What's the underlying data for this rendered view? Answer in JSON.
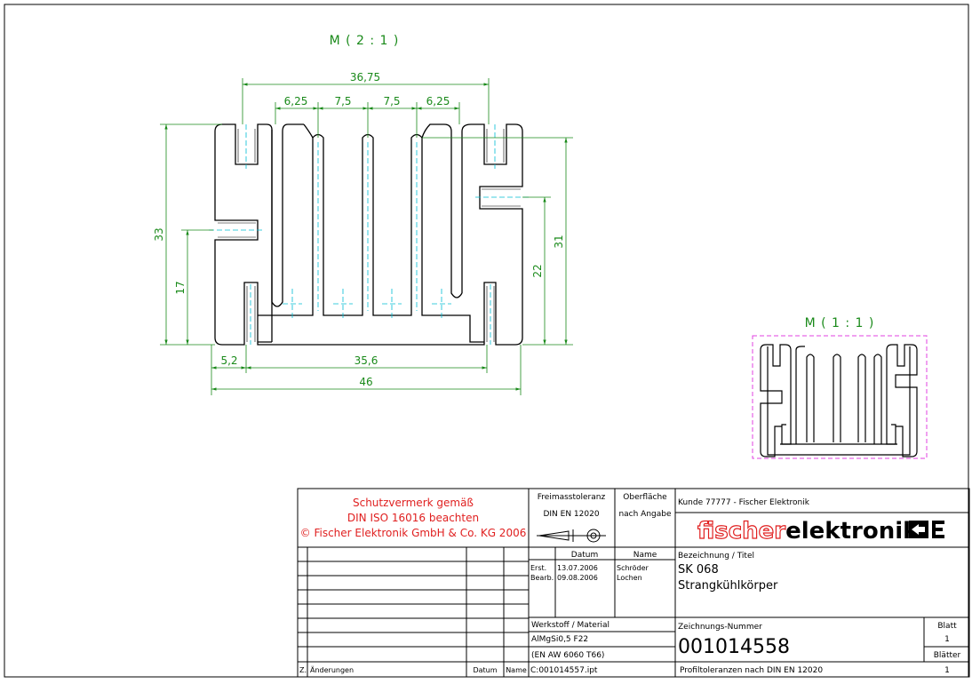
{
  "views": {
    "main_scale": "M ( 2 : 1 )",
    "small_scale": "M ( 1 : 1 )"
  },
  "dimensions": {
    "overall_top": "36,75",
    "fin_spacing": [
      "6,25",
      "7,5",
      "7,5",
      "6,25"
    ],
    "height_total": "33",
    "height_slot": "17",
    "height_inner": "22",
    "height_right": "31",
    "base_offset": "5,2",
    "base_inner": "35,6",
    "width_total": "46"
  },
  "title_block": {
    "protection_lines": [
      "Schutzvermerk gemäß",
      "DIN ISO 16016 beachten",
      "© Fischer Elektronik GmbH & Co. KG 2006"
    ],
    "general_tolerance_label": "Freimasstoleranz",
    "general_tolerance_value": "DIN EN 12020",
    "surface_label": "Oberfläche",
    "surface_value": "nach Angabe",
    "customer": "Kunde  77777 - Fischer Elektronik",
    "logo_part1": "fischer",
    "logo_part2": "elektronik",
    "date_header": "Datum",
    "name_header": "Name",
    "created_label": "Erst.",
    "created_date": "13.07.2006",
    "created_name": "Schröder",
    "edited_label": "Bearb.",
    "edited_date": "09.08.2006",
    "edited_name": "Lochen",
    "designation_label": "Bezeichnung / Titel",
    "designation_1": "SK 068",
    "designation_2": "Strangkühlkörper",
    "material_label": "Werkstoff / Material",
    "material_1": "AlMgSi0,5 F22",
    "material_2": "(EN AW 6060 T66)",
    "drawing_number_label": "Zeichnungs-Nummer",
    "drawing_number": "001014558",
    "sheet_label": "Blatt",
    "sheet_value": "1",
    "sheets_label": "Blätter",
    "sheets_value": "1",
    "file": "C:001014557.ipt",
    "profile_tolerance": "Profiltoleranzen nach DIN EN 12020",
    "revision_z": "Z.",
    "revision_changes": "Änderungen",
    "revision_date": "Datum",
    "revision_name": "Name"
  },
  "colors": {
    "dimension": "#1a8a1a",
    "centerline": "#00bcd4",
    "logo_red": "#e02020",
    "frame_small": "#e040e0"
  }
}
